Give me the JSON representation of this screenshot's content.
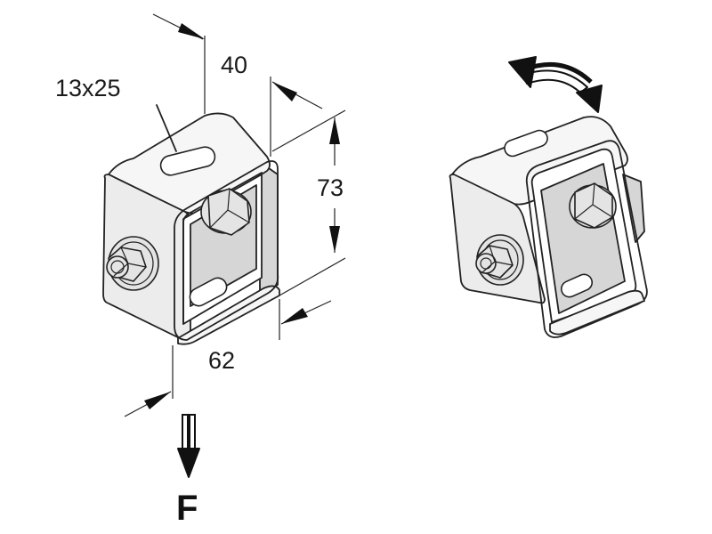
{
  "dimensions": {
    "slot": "13x25",
    "depth": "40",
    "height": "73",
    "width": "62"
  },
  "force": {
    "label": "F"
  },
  "colors": {
    "line": "#222222",
    "fill": "#ececec",
    "background": "#ffffff"
  }
}
